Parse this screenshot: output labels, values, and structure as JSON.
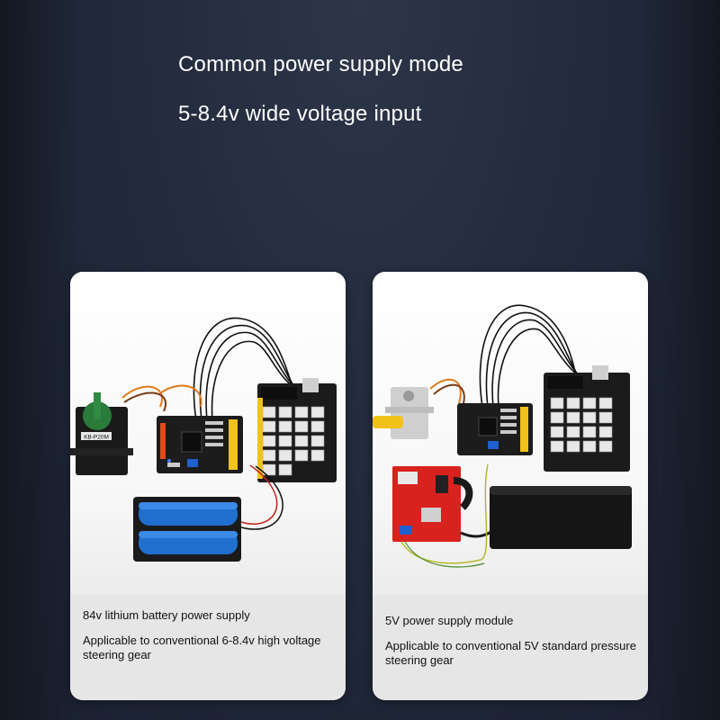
{
  "header": {
    "line1": "Common power supply mode",
    "line2": "5-8.4v wide voltage input"
  },
  "cards": [
    {
      "title": "84v lithium battery power supply",
      "description": "Applicable to conventional 6-8.4v high voltage steering gear",
      "servo_label": "KB-P20M"
    },
    {
      "title": "5V power supply module",
      "description": "Applicable to conventional 5V standard pressure steering gear"
    }
  ],
  "colors": {
    "background": "#222a3c",
    "card": "#ffffff",
    "caption": "#e6e6e6",
    "pcb_black": "#1c1c1c",
    "battery_blue": "#1f6fd0",
    "module_red": "#d8221e",
    "servo_green": "#2a7a3a"
  }
}
